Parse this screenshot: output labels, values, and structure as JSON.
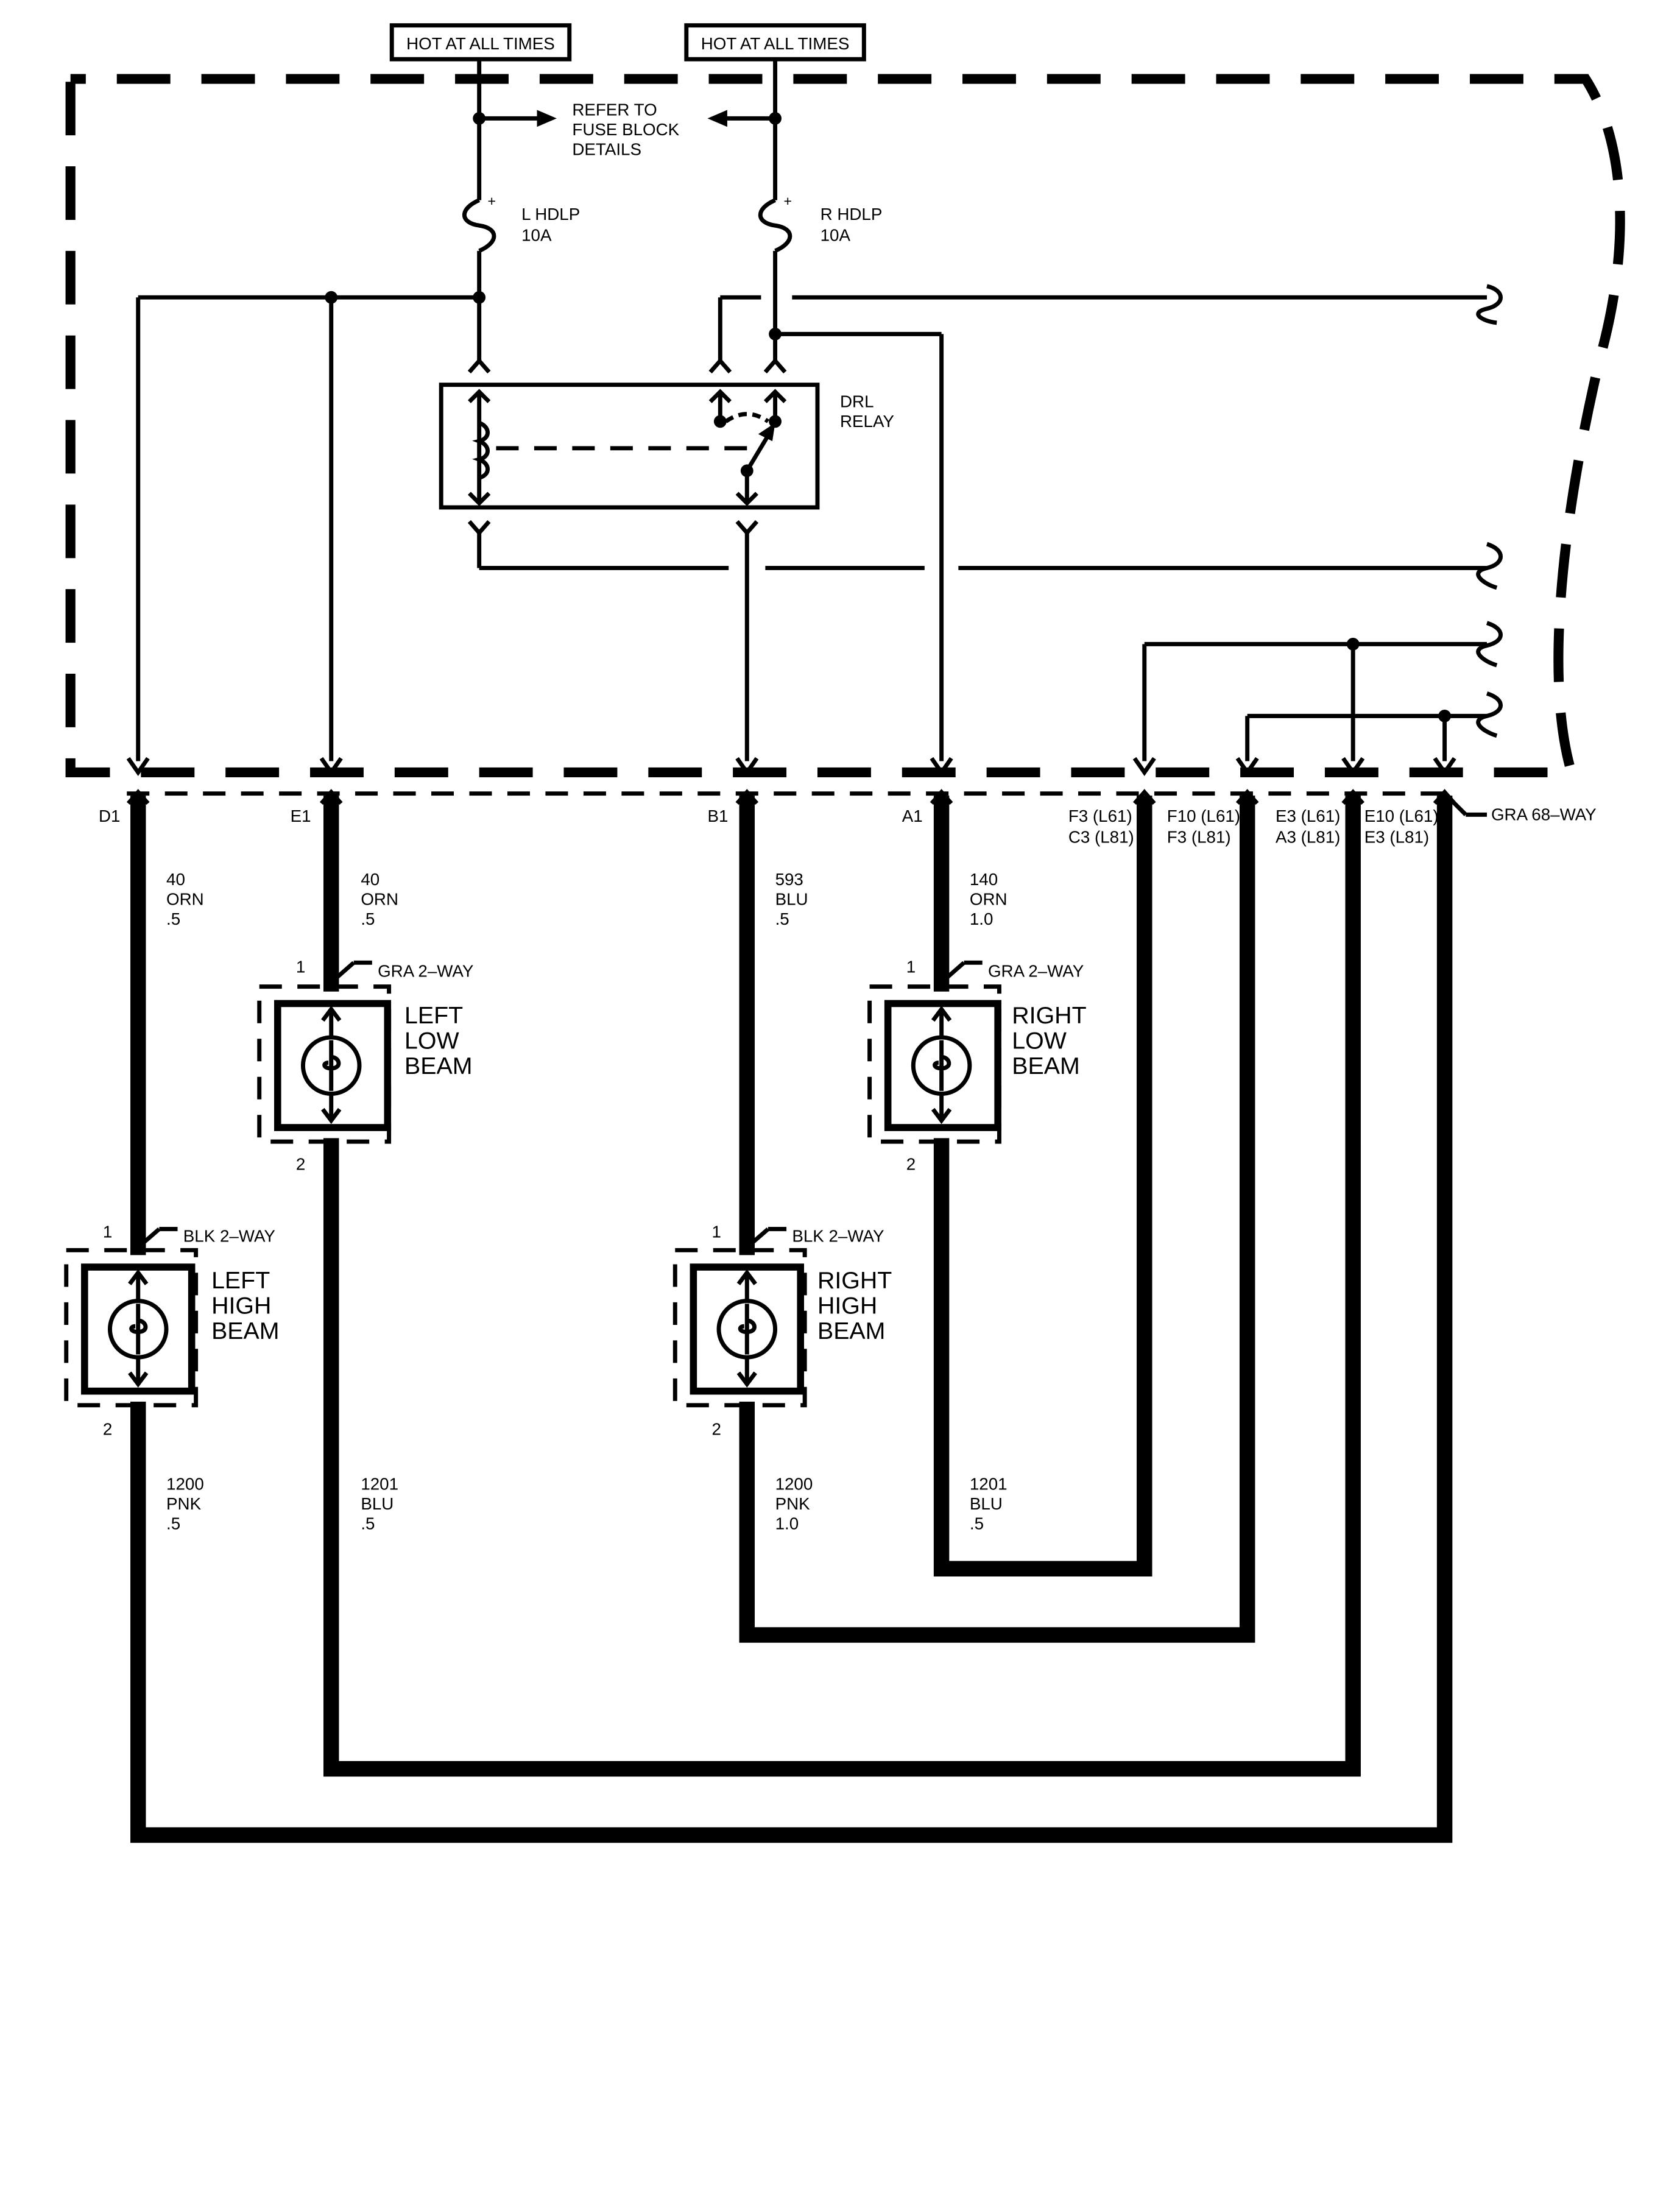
{
  "power_labels": [
    "HOT AT ALL TIMES",
    "HOT AT ALL TIMES"
  ],
  "fuse_block_note": [
    "REFER TO",
    "FUSE BLOCK",
    "DETAILS"
  ],
  "fuses": [
    {
      "name": "L HDLP",
      "rating": "10A"
    },
    {
      "name": "R HDLP",
      "rating": "10A"
    }
  ],
  "relay": {
    "line1": "DRL",
    "line2": "RELAY"
  },
  "pins": [
    "D1",
    "E1",
    "B1",
    "A1"
  ],
  "right_pins": [
    [
      "F3 (L61)",
      "C3 (L81)"
    ],
    [
      "F10 (L61)",
      "F3 (L81)"
    ],
    [
      "E3 (L61)",
      "A3 (L81)"
    ],
    [
      "E10 (L61)",
      "E3 (L81)"
    ]
  ],
  "main_connector": "GRA 68–WAY",
  "upper_wires": [
    [
      "40",
      "ORN",
      ".5"
    ],
    [
      "40",
      "ORN",
      ".5"
    ],
    [
      "593",
      "BLU",
      ".5"
    ],
    [
      "140",
      "ORN",
      "1.0"
    ]
  ],
  "lower_wires": [
    [
      "1200",
      "PNK",
      ".5"
    ],
    [
      "1201",
      "BLU",
      ".5"
    ],
    [
      "1200",
      "PNK",
      "1.0"
    ],
    [
      "1201",
      "BLU",
      ".5"
    ]
  ],
  "lamps": [
    {
      "lines": [
        "LEFT",
        "LOW",
        "BEAM"
      ],
      "connector": "GRA 2–WAY",
      "pin_in": "1",
      "pin_out": "2"
    },
    {
      "lines": [
        "RIGHT",
        "LOW",
        "BEAM"
      ],
      "connector": "GRA 2–WAY",
      "pin_in": "1",
      "pin_out": "2"
    },
    {
      "lines": [
        "LEFT",
        "HIGH",
        "BEAM"
      ],
      "connector": "BLK 2–WAY",
      "pin_in": "1",
      "pin_out": "2"
    },
    {
      "lines": [
        "RIGHT",
        "HIGH",
        "BEAM"
      ],
      "connector": "BLK 2–WAY",
      "pin_in": "1",
      "pin_out": "2"
    }
  ]
}
